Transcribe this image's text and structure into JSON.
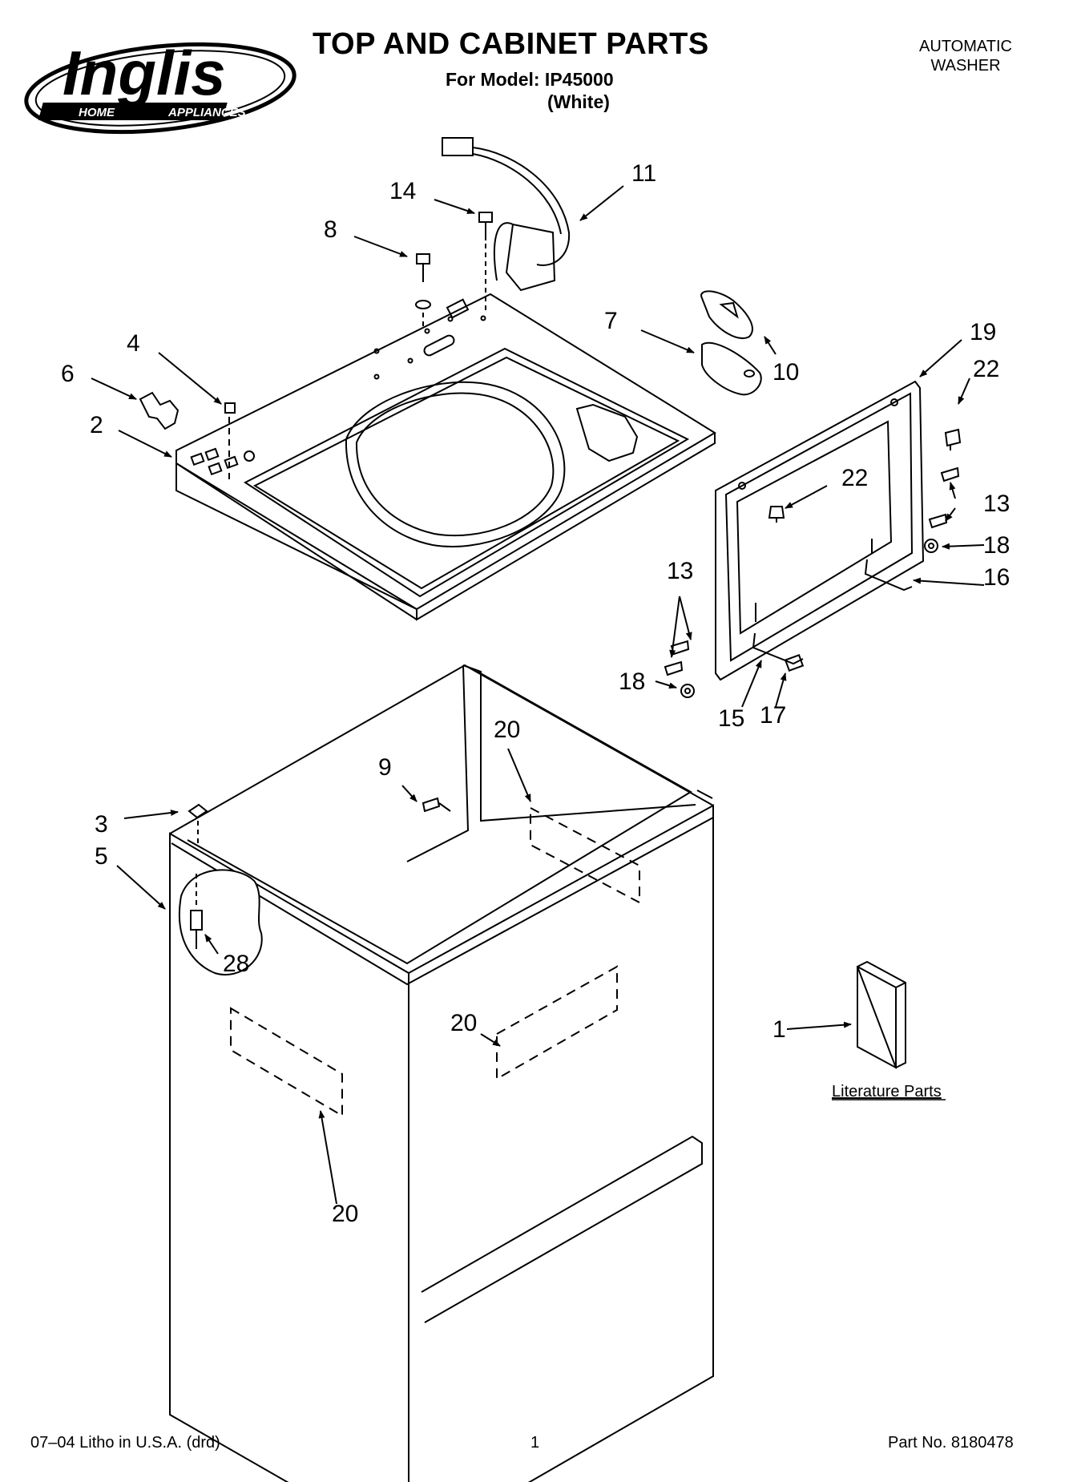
{
  "brand": {
    "name": "Inglis",
    "tagline_left": "HOME",
    "tagline_right": "APPLIANCES"
  },
  "header": {
    "title": "TOP AND CABINET PARTS",
    "model_line": "For Model: IP45000",
    "color_line": "(White)",
    "appliance_line1": "AUTOMATIC",
    "appliance_line2": "WASHER"
  },
  "callouts": {
    "c1": "1",
    "c2": "2",
    "c3": "3",
    "c4": "4",
    "c5": "5",
    "c6": "6",
    "c7": "7",
    "c8": "8",
    "c9": "9",
    "c10": "10",
    "c11": "11",
    "c13a": "13",
    "c13b": "13",
    "c14": "14",
    "c15": "15",
    "c16": "16",
    "c17": "17",
    "c18a": "18",
    "c18b": "18",
    "c19": "19",
    "c20a": "20",
    "c20b": "20",
    "c20c": "20",
    "c22a": "22",
    "c22b": "22",
    "c28": "28"
  },
  "literature_label": "Literature Parts",
  "footer": {
    "litho": "07–04 Litho in U.S.A. (drd)",
    "page": "1",
    "part_no": "Part No. 8180478"
  }
}
